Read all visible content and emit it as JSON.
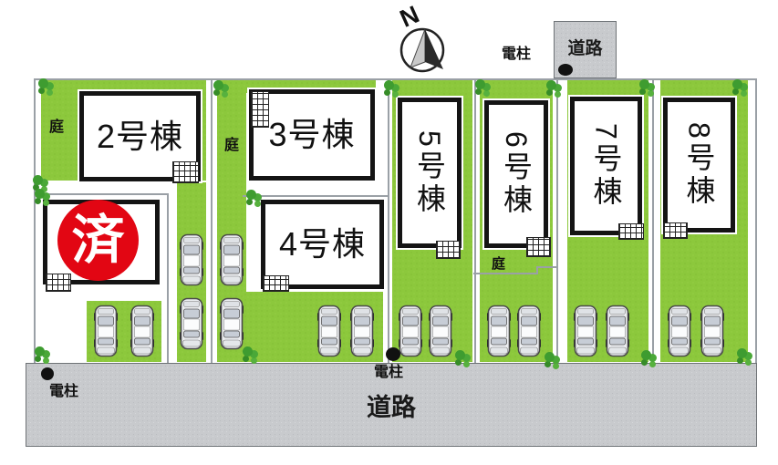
{
  "site_plan": {
    "north_label": "N",
    "sold_badge": "済",
    "roads": {
      "top": "道路",
      "bottom": "道路"
    },
    "utility_poles": [
      {
        "label": "電柱",
        "position": "top-right"
      },
      {
        "label": "電柱",
        "position": "bottom-left"
      },
      {
        "label": "電柱",
        "position": "bottom-center"
      }
    ],
    "gardens": [
      {
        "label": "庭",
        "lot": "lot-2"
      },
      {
        "label": "庭",
        "lot": "lot-3"
      },
      {
        "label": "庭",
        "lot": "lot-6"
      }
    ],
    "buildings": [
      {
        "id": "building-2",
        "label": "2号棟",
        "orientation": "horizontal"
      },
      {
        "id": "building-3",
        "label": "3号棟",
        "orientation": "horizontal"
      },
      {
        "id": "building-4",
        "label": "4号棟",
        "orientation": "horizontal"
      },
      {
        "id": "building-5",
        "label": "5号棟",
        "orientation": "vertical"
      },
      {
        "id": "building-6",
        "label": "6号棟",
        "orientation": "vertical"
      },
      {
        "id": "building-7",
        "label": "7号棟",
        "orientation": "vertical"
      },
      {
        "id": "building-8",
        "label": "8号棟",
        "orientation": "vertical"
      }
    ],
    "colors": {
      "grass": "#8cc83c",
      "road": "#c8cacd",
      "sold_red": "#e20613",
      "building_border": "#141414"
    }
  }
}
